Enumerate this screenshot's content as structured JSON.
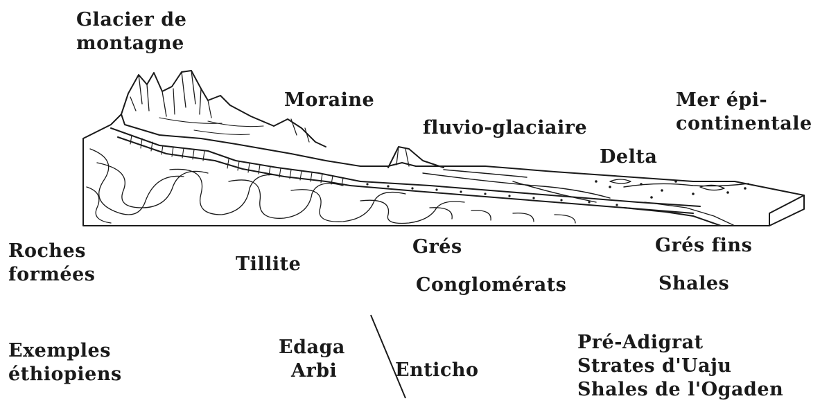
{
  "labels": {
    "glacier": [
      "Glacier de",
      "montagne"
    ],
    "moraine": "Moraine",
    "fluvio": "fluvio-glaciaire",
    "mer": [
      "Mer épi-",
      "continentale"
    ],
    "delta": "Delta",
    "roches": [
      "Roches",
      "formées"
    ],
    "tillite": "Tillite",
    "gres": "Grés",
    "conglomerats": "Conglomérats",
    "gres_fins": "Grés fins",
    "shales": "Shales",
    "exemples": [
      "Exemples",
      "éthiopiens"
    ],
    "edaga": [
      "Edaga",
      "Arbi"
    ],
    "enticho": "Enticho",
    "ethiopian_units": [
      "Pré-Adigrat",
      "Strates d'Uaju",
      "Shales de l'Ogaden"
    ]
  },
  "colors": {
    "ink": "#1a1a1a",
    "paper": "#ffffff"
  }
}
